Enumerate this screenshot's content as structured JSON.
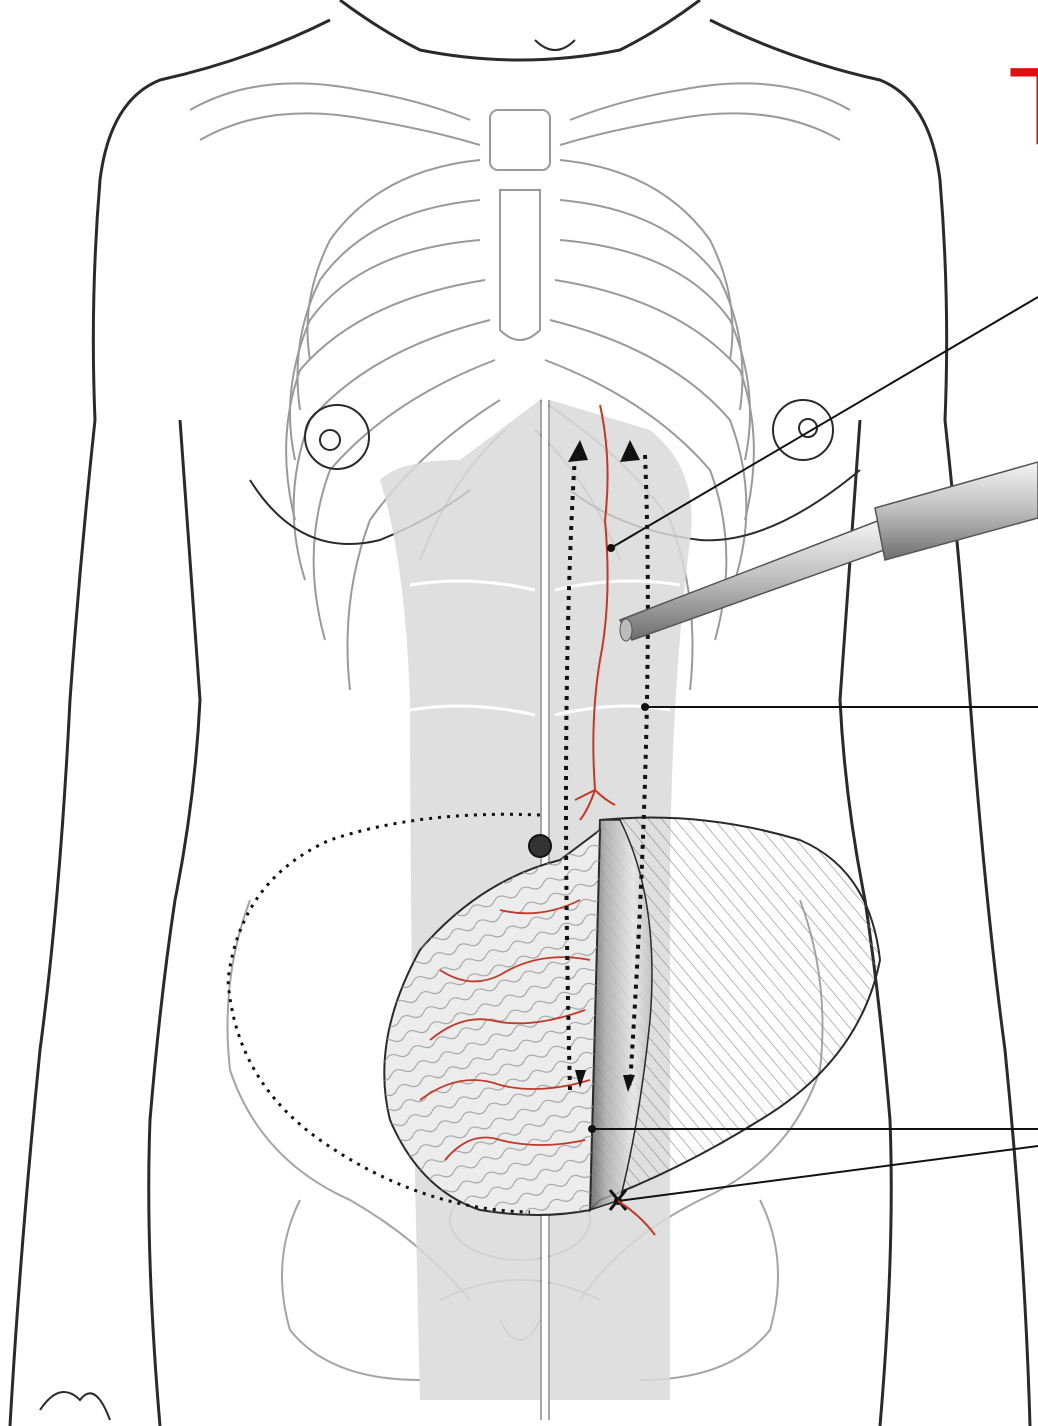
{
  "title_fragment": "T",
  "colors": {
    "outline": "#2a2a2a",
    "bone": "#9a9a9a",
    "muscle_fill": "#d9d9d9",
    "artery": "#c0392b",
    "title": "#e01010",
    "leader": "#111111"
  },
  "icons": [
    "body-outline",
    "rib-cage",
    "pelvis",
    "rectus-abdominis-muscle",
    "inferior-epigastric-artery",
    "surgical-instrument",
    "muscle-flap",
    "dotted-incision-arrows"
  ],
  "callouts": [
    "artery-pointer",
    "rectus-sheath-pointer",
    "flap-edge-pointer",
    "flap-pivot-pointer"
  ]
}
